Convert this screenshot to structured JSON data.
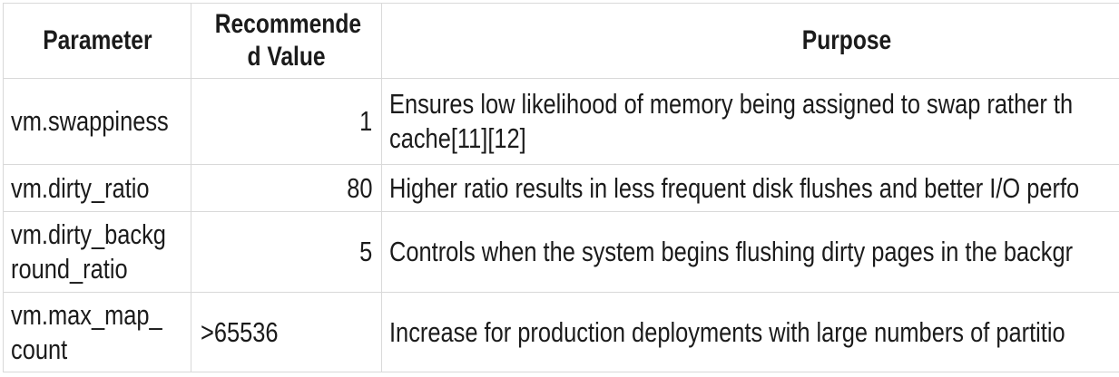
{
  "colors": {
    "background": "#ffffff",
    "border": "#d9d9d9",
    "text": "#1b1b1b"
  },
  "table": {
    "headers": [
      {
        "id": "parameter",
        "lines": [
          "Parameter"
        ]
      },
      {
        "id": "recommended-value",
        "lines": [
          "Recommende",
          "d Value"
        ]
      },
      {
        "id": "purpose",
        "lines": [
          "Purpose"
        ]
      }
    ],
    "rows": [
      {
        "parameter_lines": [
          "vm.swappiness"
        ],
        "value": "1",
        "value_align": "right",
        "purpose_lines": [
          "Ensures low likelihood of memory being assigned to swap rather th",
          "cache[11][12]"
        ]
      },
      {
        "parameter_lines": [
          "vm.dirty_ratio"
        ],
        "value": "80",
        "value_align": "right",
        "purpose_lines": [
          "Higher ratio results in less frequent disk flushes and better I/O perfo"
        ]
      },
      {
        "parameter_lines": [
          "vm.dirty_backg",
          "round_ratio"
        ],
        "value": "5",
        "value_align": "right",
        "purpose_lines": [
          "Controls when the system begins flushing dirty pages in the backgr"
        ]
      },
      {
        "parameter_lines": [
          "vm.max_map_",
          "count"
        ],
        "value": ">65536",
        "value_align": "left",
        "purpose_lines": [
          "Increase for production deployments with large numbers of partitio"
        ]
      }
    ]
  }
}
